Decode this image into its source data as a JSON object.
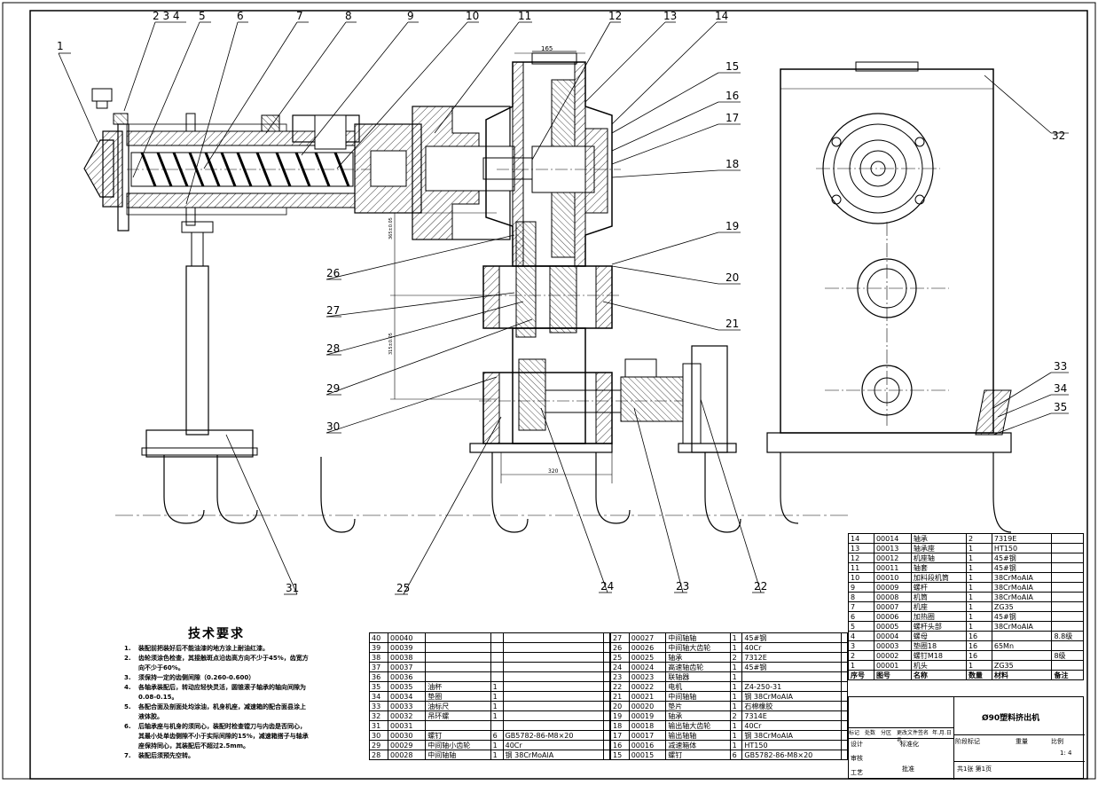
{
  "dims": {
    "d165": "165",
    "d320": "320",
    "d365": "365±0.05",
    "d315": "315±0.05"
  },
  "callouts": {
    "left_top": [
      "1",
      "2 3 4",
      "5",
      "6",
      "7",
      "8",
      "9",
      "10",
      "11",
      "12",
      "13",
      "14"
    ],
    "right_side": [
      "15",
      "16",
      "17",
      "18",
      "19",
      "20",
      "21",
      "32",
      "33",
      "34",
      "35"
    ],
    "left_side": [
      "26",
      "27",
      "28",
      "29",
      "30"
    ],
    "bottom": [
      "31",
      "25",
      "24",
      "23",
      "22"
    ]
  },
  "tech_requirements": {
    "title": "技术要求",
    "items": [
      {
        "n": "1.",
        "t": "装配前把装好后不能油漆的地方涂上耐油红漆。"
      },
      {
        "n": "2.",
        "t": "齿轮须涂色检查，其接触斑点沿齿高方向不少于45%，齿宽方向不少于60%。"
      },
      {
        "n": "3.",
        "t": "须保持一定的齿侧间隙（0.260-0.600）"
      },
      {
        "n": "4.",
        "t": "各轴承装配后，转动应轻快灵活，圆锥滚子轴承的轴向间隙为0.08-0.15。"
      },
      {
        "n": "5.",
        "t": "各配合面及剖面处均涂油，机身机座，减速箱的配合面县涂上液体胶。"
      },
      {
        "n": "6.",
        "t": "后轴承座与机身的须同心，装配时检查镗刀与内齿是否同心，其最小处单齿侧隙不小于实际间隙的15%，减速箱搭子与轴承座保持同心，其装配后不超过2.5mm。"
      },
      {
        "n": "7.",
        "t": "装配后须预先空转。"
      }
    ]
  },
  "bom_left": [
    [
      "40",
      "00040",
      "",
      "",
      "",
      ""
    ],
    [
      "39",
      "00039",
      "",
      "",
      "",
      ""
    ],
    [
      "38",
      "00038",
      "",
      "",
      "",
      ""
    ],
    [
      "37",
      "00037",
      "",
      "",
      "",
      ""
    ],
    [
      "36",
      "00036",
      "",
      "",
      "",
      ""
    ],
    [
      "35",
      "00035",
      "油杯",
      "1",
      "",
      ""
    ],
    [
      "34",
      "00034",
      "垫圈",
      "1",
      "",
      ""
    ],
    [
      "33",
      "00033",
      "油标尺",
      "1",
      "",
      ""
    ],
    [
      "32",
      "00032",
      "吊环螺",
      "1",
      "",
      ""
    ],
    [
      "31",
      "00031",
      "",
      "",
      "",
      ""
    ],
    [
      "30",
      "00030",
      "螺钉",
      "6",
      "GB5782-86-M8×20",
      ""
    ],
    [
      "29",
      "00029",
      "中间轴小齿轮",
      "1",
      "40Cr",
      ""
    ],
    [
      "28",
      "00028",
      "中间轴轴",
      "1",
      "钢 38CrMoAlA",
      ""
    ]
  ],
  "bom_mid": [
    [
      "27",
      "00027",
      "中间轴轴",
      "1",
      "45#钢",
      ""
    ],
    [
      "26",
      "00026",
      "中间轴大齿轮",
      "1",
      "40Cr",
      ""
    ],
    [
      "25",
      "00025",
      "轴承",
      "2",
      "7312E",
      ""
    ],
    [
      "24",
      "00024",
      "高速轴齿轮",
      "1",
      "45#钢",
      ""
    ],
    [
      "23",
      "00023",
      "联轴器",
      "1",
      "",
      ""
    ],
    [
      "22",
      "00022",
      "电机",
      "1",
      "Z4-250-31",
      ""
    ],
    [
      "21",
      "00021",
      "中间轴轴",
      "1",
      "钢 38CrMoAlA",
      ""
    ],
    [
      "20",
      "00020",
      "垫片",
      "1",
      "石棉橡胶",
      ""
    ],
    [
      "19",
      "00019",
      "轴承",
      "2",
      "7314E",
      ""
    ],
    [
      "18",
      "00018",
      "输出轴大齿轮",
      "1",
      "40Cr",
      ""
    ],
    [
      "17",
      "00017",
      "输出轴轴",
      "1",
      "钢 38CrMoAlA",
      ""
    ],
    [
      "16",
      "00016",
      "减速箱体",
      "1",
      "HT150",
      ""
    ],
    [
      "15",
      "00015",
      "螺钉",
      "6",
      "GB5782-86-M8×20",
      ""
    ]
  ],
  "bom_right": [
    [
      "14",
      "00014",
      "轴承",
      "2",
      "7319E",
      ""
    ],
    [
      "13",
      "00013",
      "轴承座",
      "1",
      "HT150",
      ""
    ],
    [
      "12",
      "00012",
      "机座轴",
      "1",
      "45#钢",
      ""
    ],
    [
      "11",
      "00011",
      "轴套",
      "1",
      "45#钢",
      ""
    ],
    [
      "10",
      "00010",
      "加料段机筒",
      "1",
      "38CrMoAlA",
      ""
    ],
    [
      "9",
      "00009",
      "螺杆",
      "1",
      "38CrMoAlA",
      ""
    ],
    [
      "8",
      "00008",
      "机筒",
      "1",
      "38CrMoAlA",
      ""
    ],
    [
      "7",
      "00007",
      "机座",
      "1",
      "ZG35",
      ""
    ],
    [
      "6",
      "00006",
      "加热圈",
      "1",
      "45#钢",
      ""
    ],
    [
      "5",
      "00005",
      "螺杆头部",
      "1",
      "38CrMoAlA",
      ""
    ],
    [
      "4",
      "00004",
      "螺母",
      "16",
      "",
      "8.8级"
    ],
    [
      "3",
      "00003",
      "垫圈18",
      "16",
      "65Mn",
      ""
    ],
    [
      "2",
      "00002",
      "螺钉M18",
      "16",
      "",
      "8级"
    ],
    [
      "1",
      "00001",
      "机头",
      "1",
      "ZG35",
      ""
    ]
  ],
  "bom_header": {
    "seq": "序号",
    "code": "图号",
    "name": "名称",
    "qty": "数量",
    "material": "材料",
    "remark": "备注"
  },
  "title_block": {
    "drawing_name": "Ø90塑料挤出机",
    "labels": [
      "标记",
      "处数",
      "分区",
      "更改文件号",
      "签名",
      "年.月.日"
    ],
    "design": "设计",
    "standard": "标准化",
    "stage_label": "阶段标记",
    "weight_label": "重量",
    "scale_label": "比例",
    "scale": "1: 4",
    "review": "审核",
    "process": "工艺",
    "approve": "批准",
    "sheets": "共1张  第1页"
  }
}
